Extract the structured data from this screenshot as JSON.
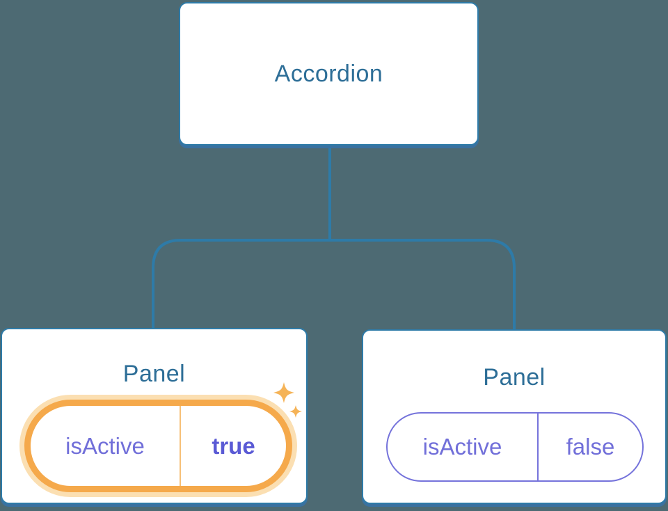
{
  "tree": {
    "root": {
      "label": "Accordion"
    },
    "panels": [
      {
        "title": "Panel",
        "state": {
          "name": "isActive",
          "value": "true"
        },
        "highlighted": true
      },
      {
        "title": "Panel",
        "state": {
          "name": "isActive",
          "value": "false"
        },
        "highlighted": false
      }
    ]
  },
  "colors": {
    "background": "#4D6A73",
    "node_border": "#2E7BA8",
    "node_shadow": "#3A71A0",
    "node_text": "#2D6E97",
    "state_text": "#716FD9",
    "state_value_text": "#5A5AD5",
    "state_border": "#7573DB",
    "highlight_border": "#F5A94B",
    "highlight_glow": "#FBDFB2",
    "highlight_sep": "#F6C077",
    "sparkle": "#F5B357"
  }
}
